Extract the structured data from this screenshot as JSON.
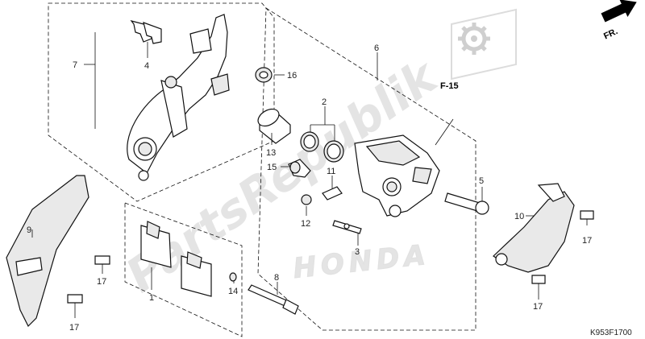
{
  "direction": {
    "label": "FR."
  },
  "reference": {
    "label": "F-15"
  },
  "drawing_code": "K953F1700",
  "watermark": {
    "text": "PartsRepublik",
    "logo": "HONDA"
  },
  "icons": {
    "gear": "gear-icon",
    "arrow": "front-arrow-icon"
  },
  "callouts": [
    {
      "id": "7",
      "text": "7"
    },
    {
      "id": "4",
      "text": "4"
    },
    {
      "id": "16",
      "text": "16"
    },
    {
      "id": "6",
      "text": "6"
    },
    {
      "id": "2",
      "text": "2"
    },
    {
      "id": "13",
      "text": "13"
    },
    {
      "id": "15",
      "text": "15"
    },
    {
      "id": "11",
      "text": "11"
    },
    {
      "id": "12",
      "text": "12"
    },
    {
      "id": "5",
      "text": "5"
    },
    {
      "id": "3",
      "text": "3"
    },
    {
      "id": "10",
      "text": "10"
    },
    {
      "id": "17a",
      "text": "17"
    },
    {
      "id": "9",
      "text": "9"
    },
    {
      "id": "17b",
      "text": "17"
    },
    {
      "id": "17c",
      "text": "17"
    },
    {
      "id": "1",
      "text": "1"
    },
    {
      "id": "14",
      "text": "14"
    },
    {
      "id": "8",
      "text": "8"
    },
    {
      "id": "17d",
      "text": "17"
    }
  ]
}
